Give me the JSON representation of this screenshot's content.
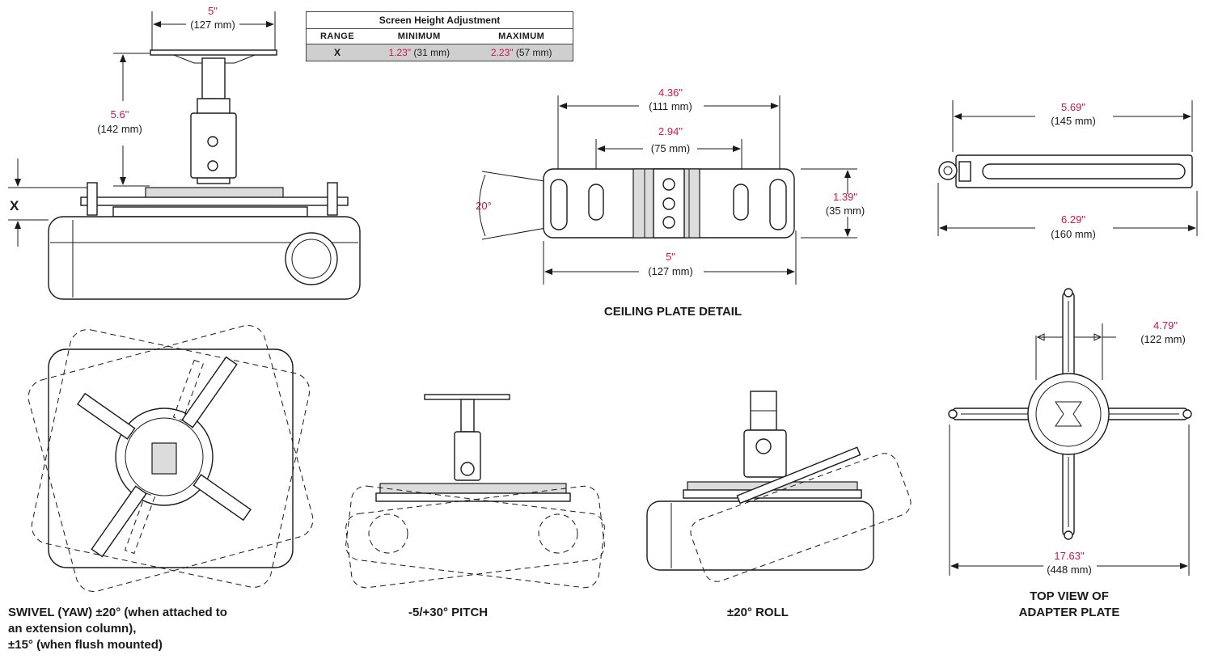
{
  "table": {
    "title": "Screen Height Adjustment",
    "headers": [
      "RANGE",
      "MINIMUM",
      "MAXIMUM"
    ],
    "row": {
      "range": "X",
      "min_in": "1.23\"",
      "min_mm": " (31 mm)",
      "max_in": "2.23\"",
      "max_mm": " (57 mm)"
    }
  },
  "dims": {
    "width_top_in": "5\"",
    "width_top_mm": "(127 mm)",
    "height_in": "5.6\"",
    "height_mm": "(142 mm)",
    "x_label": "X",
    "plate_outer_in": "4.36\"",
    "plate_outer_mm": "(111 mm)",
    "plate_inner_in": "2.94\"",
    "plate_inner_mm": "(75 mm)",
    "plate_angle": "20°",
    "plate_height_in": "1.39\"",
    "plate_height_mm": "(35 mm)",
    "plate_width_in": "5\"",
    "plate_width_mm": "(127 mm)",
    "arm_inner_in": "5.69\"",
    "arm_inner_mm": "(145 mm)",
    "arm_outer_in": "6.29\"",
    "arm_outer_mm": "(160 mm)",
    "adapter_span_in": "4.79\"",
    "adapter_span_mm": "(122 mm)",
    "adapter_total_in": "17.63\"",
    "adapter_total_mm": "(448 mm)"
  },
  "captions": {
    "ceiling_plate": "CEILING PLATE DETAIL",
    "swivel_line1": "SWIVEL (YAW) ±20° (when attached to",
    "swivel_line2": "an extension column),",
    "swivel_line3": "±15° (when flush mounted)",
    "pitch": "-5/+30° PITCH",
    "roll": "±20° ROLL",
    "top_view_line1": "TOP VIEW OF",
    "top_view_line2": "ADAPTER PLATE"
  },
  "colors": {
    "dimension_red": "#c8184a",
    "table_row_bg": "#cfcfcf"
  }
}
